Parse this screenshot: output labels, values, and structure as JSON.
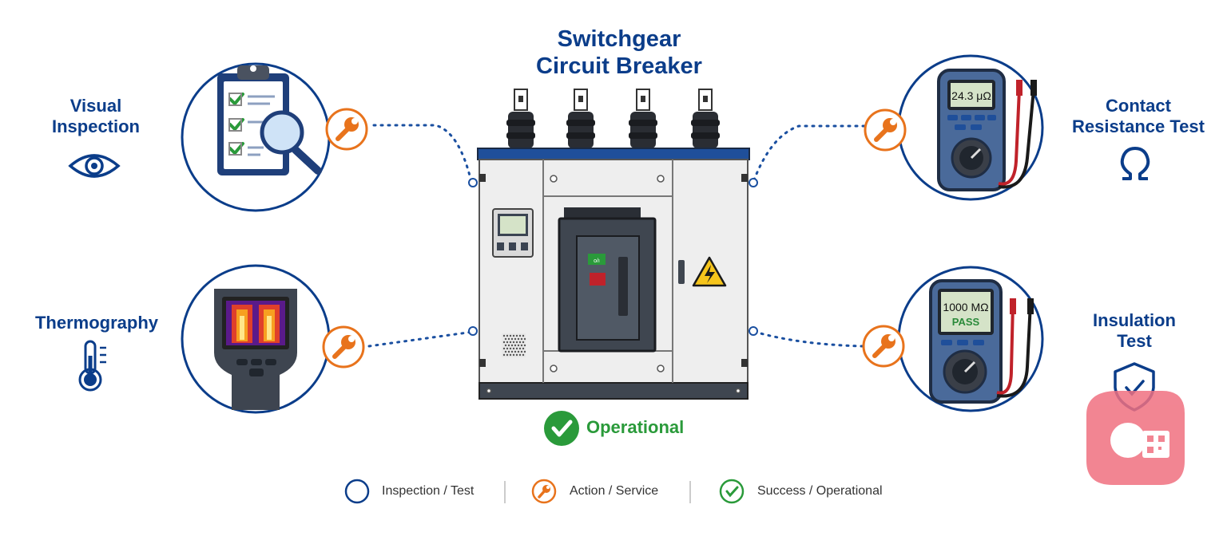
{
  "title": {
    "line1": "Switchgear",
    "line2": "Circuit Breaker"
  },
  "status": {
    "label": "Operational"
  },
  "nodes": {
    "visual": {
      "line1": "Visual",
      "line2": "Inspection",
      "icon": "eye-icon"
    },
    "thermo": {
      "line1": "Thermography",
      "icon": "thermometer-icon"
    },
    "contact": {
      "line1": "Contact",
      "line2": "Resistance Test",
      "icon": "omega-icon"
    },
    "insulation": {
      "line1": "Insulation",
      "line2": "Test",
      "icon": "shield-check-icon"
    }
  },
  "meters": {
    "contact_reading": "24.3 μΩ",
    "insulation_reading": "1000 MΩ",
    "insulation_result": "PASS"
  },
  "legend": {
    "inspection": "Inspection / Test",
    "action": "Action / Service",
    "success": "Success / Operational"
  },
  "colors": {
    "navy": "#0b3d8a",
    "orange": "#e8731c",
    "green": "#2a9a3a",
    "cabinet": "#eeeeee",
    "breaker": "#3f4650"
  }
}
